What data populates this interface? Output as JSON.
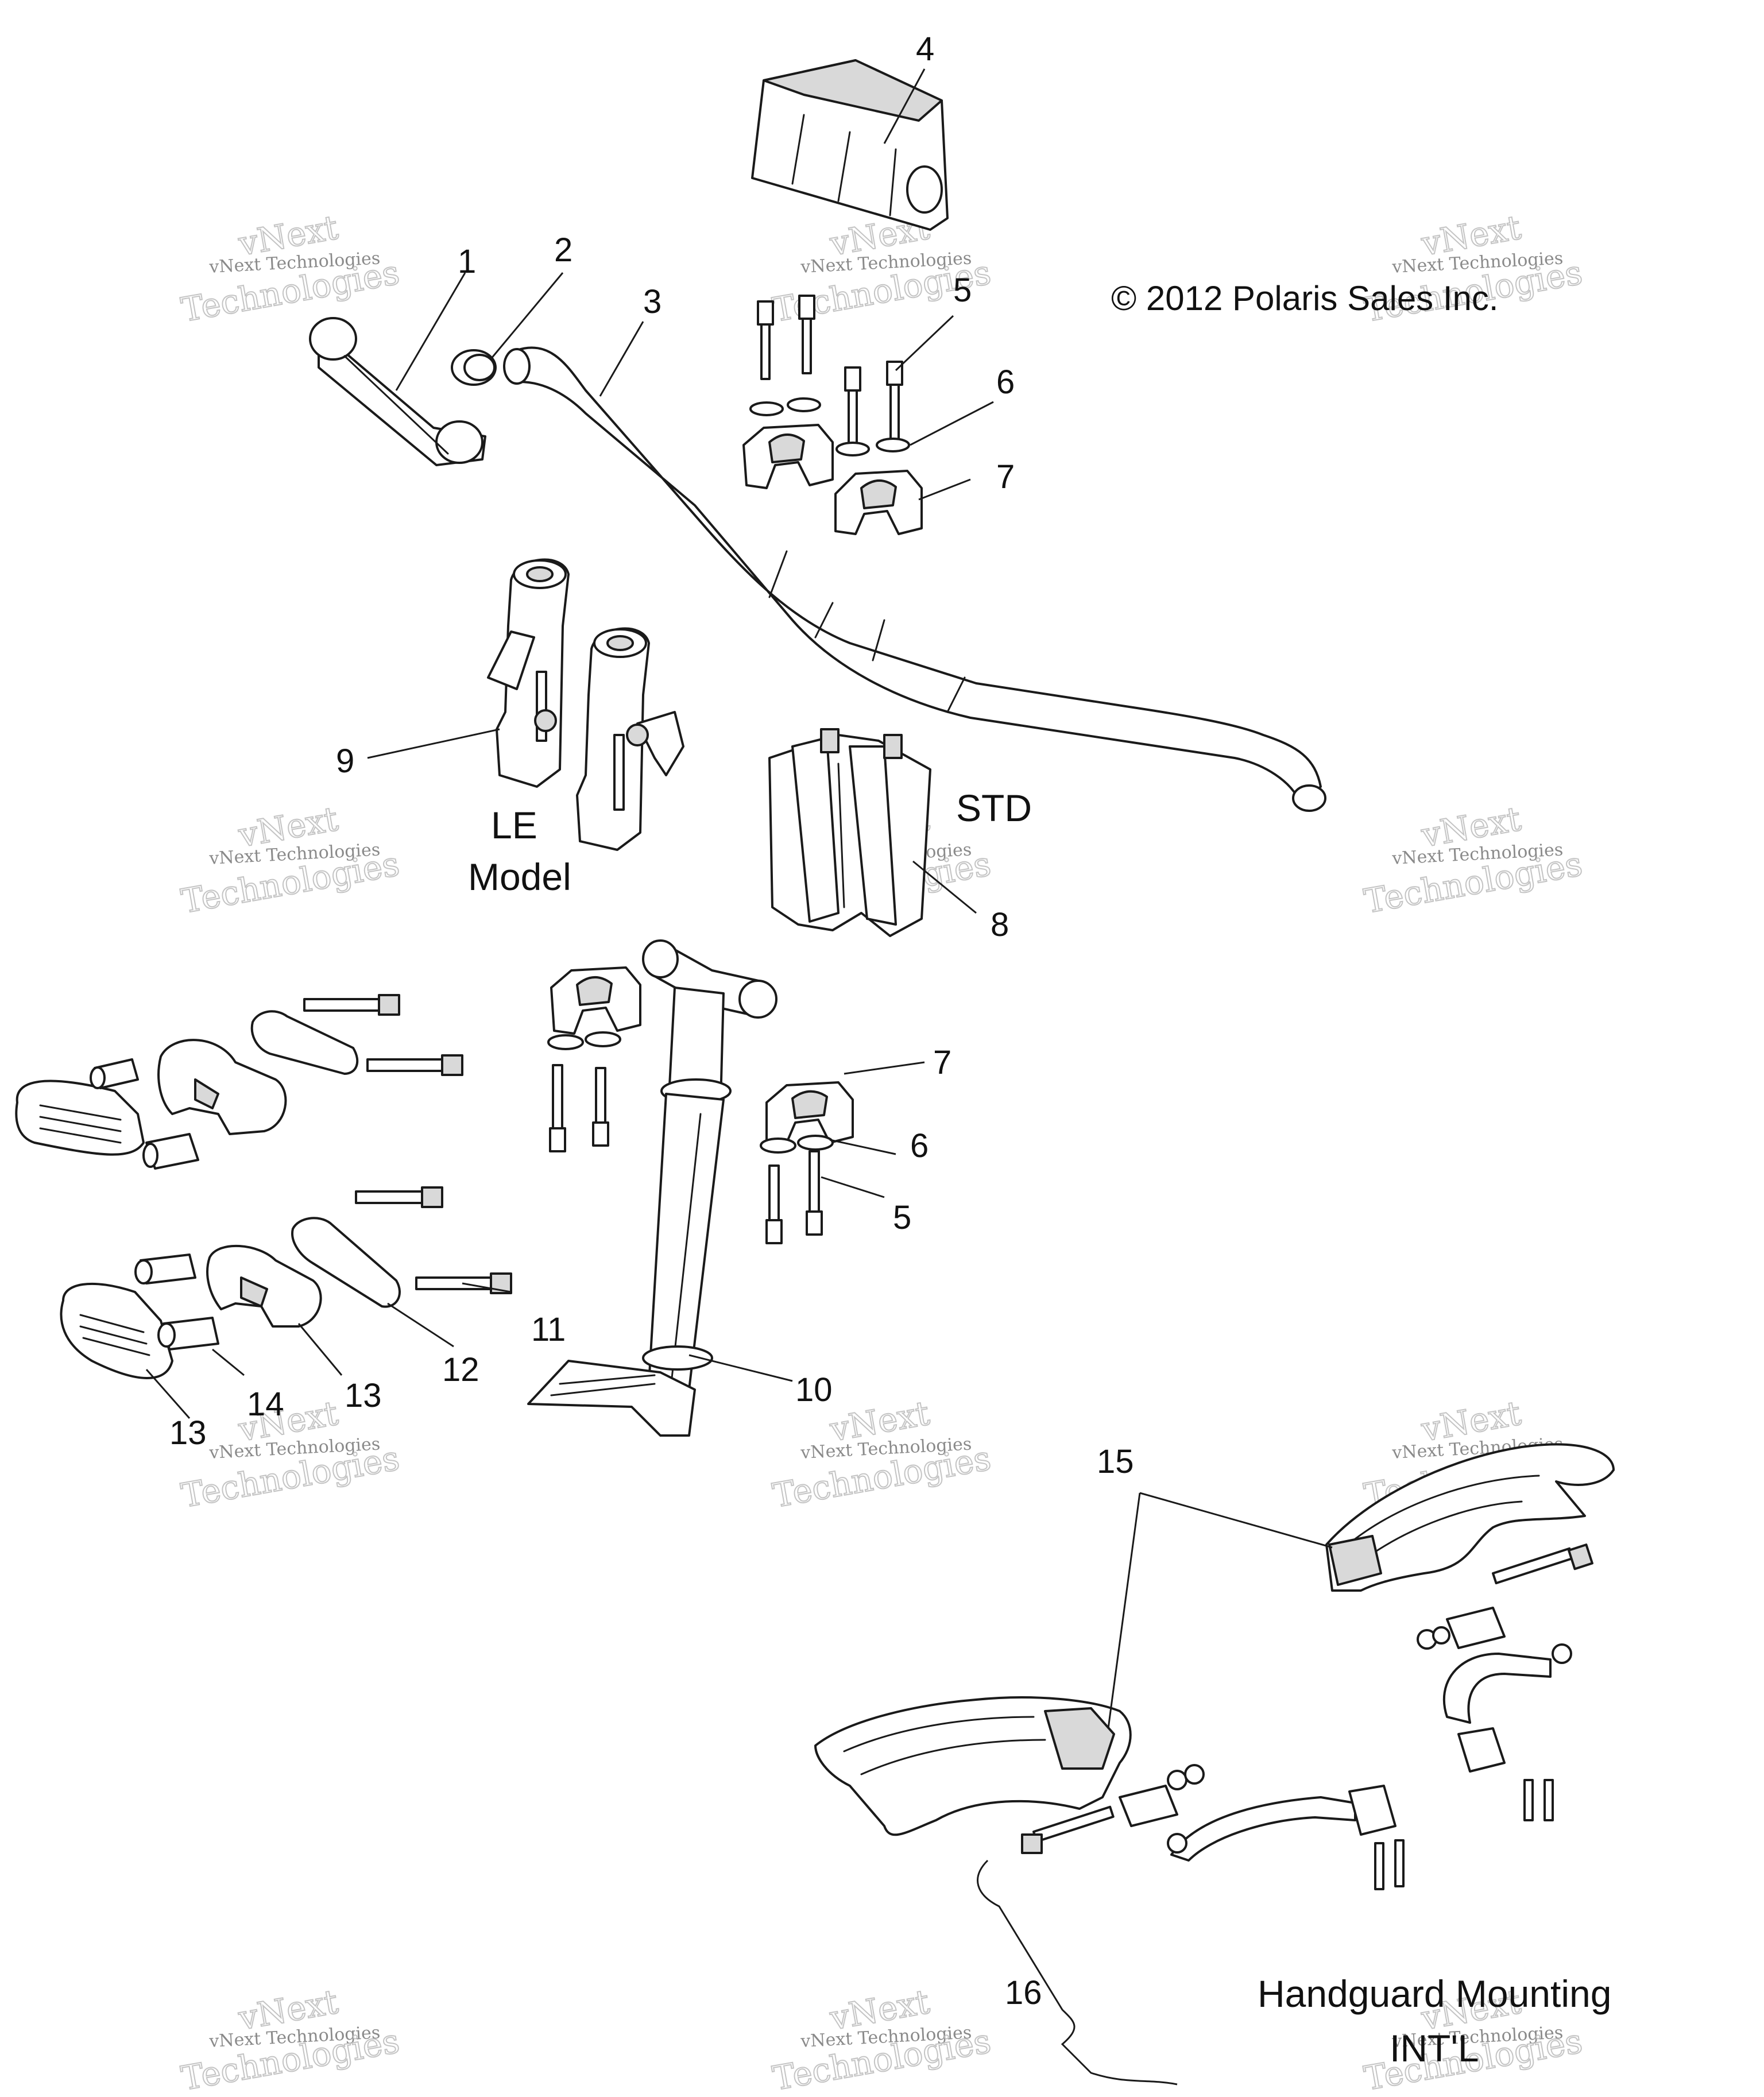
{
  "copyright": "© 2012 Polaris Sales Inc.",
  "watermark": {
    "small": "vNext Technologies",
    "top": "vNext",
    "bottom": "Technologies"
  },
  "callouts": [
    {
      "id": "c1",
      "label": "1"
    },
    {
      "id": "c2",
      "label": "2"
    },
    {
      "id": "c3",
      "label": "3"
    },
    {
      "id": "c4",
      "label": "4"
    },
    {
      "id": "c5a",
      "label": "5"
    },
    {
      "id": "c6a",
      "label": "6"
    },
    {
      "id": "c7a",
      "label": "7"
    },
    {
      "id": "c9",
      "label": "9"
    },
    {
      "id": "c8",
      "label": "8"
    },
    {
      "id": "c7b",
      "label": "7"
    },
    {
      "id": "c6b",
      "label": "6"
    },
    {
      "id": "c5b",
      "label": "5"
    },
    {
      "id": "c11",
      "label": "11"
    },
    {
      "id": "c12",
      "label": "12"
    },
    {
      "id": "c10",
      "label": "10"
    },
    {
      "id": "c13a",
      "label": "13"
    },
    {
      "id": "c14",
      "label": "14"
    },
    {
      "id": "c13b",
      "label": "13"
    },
    {
      "id": "c15",
      "label": "15"
    },
    {
      "id": "c16",
      "label": "16"
    }
  ],
  "captions": {
    "le_model_line1": "LE",
    "le_model_line2": "Model",
    "std": "STD",
    "handguard_line1": "Handguard Mounting",
    "handguard_line2": "INT'L"
  }
}
